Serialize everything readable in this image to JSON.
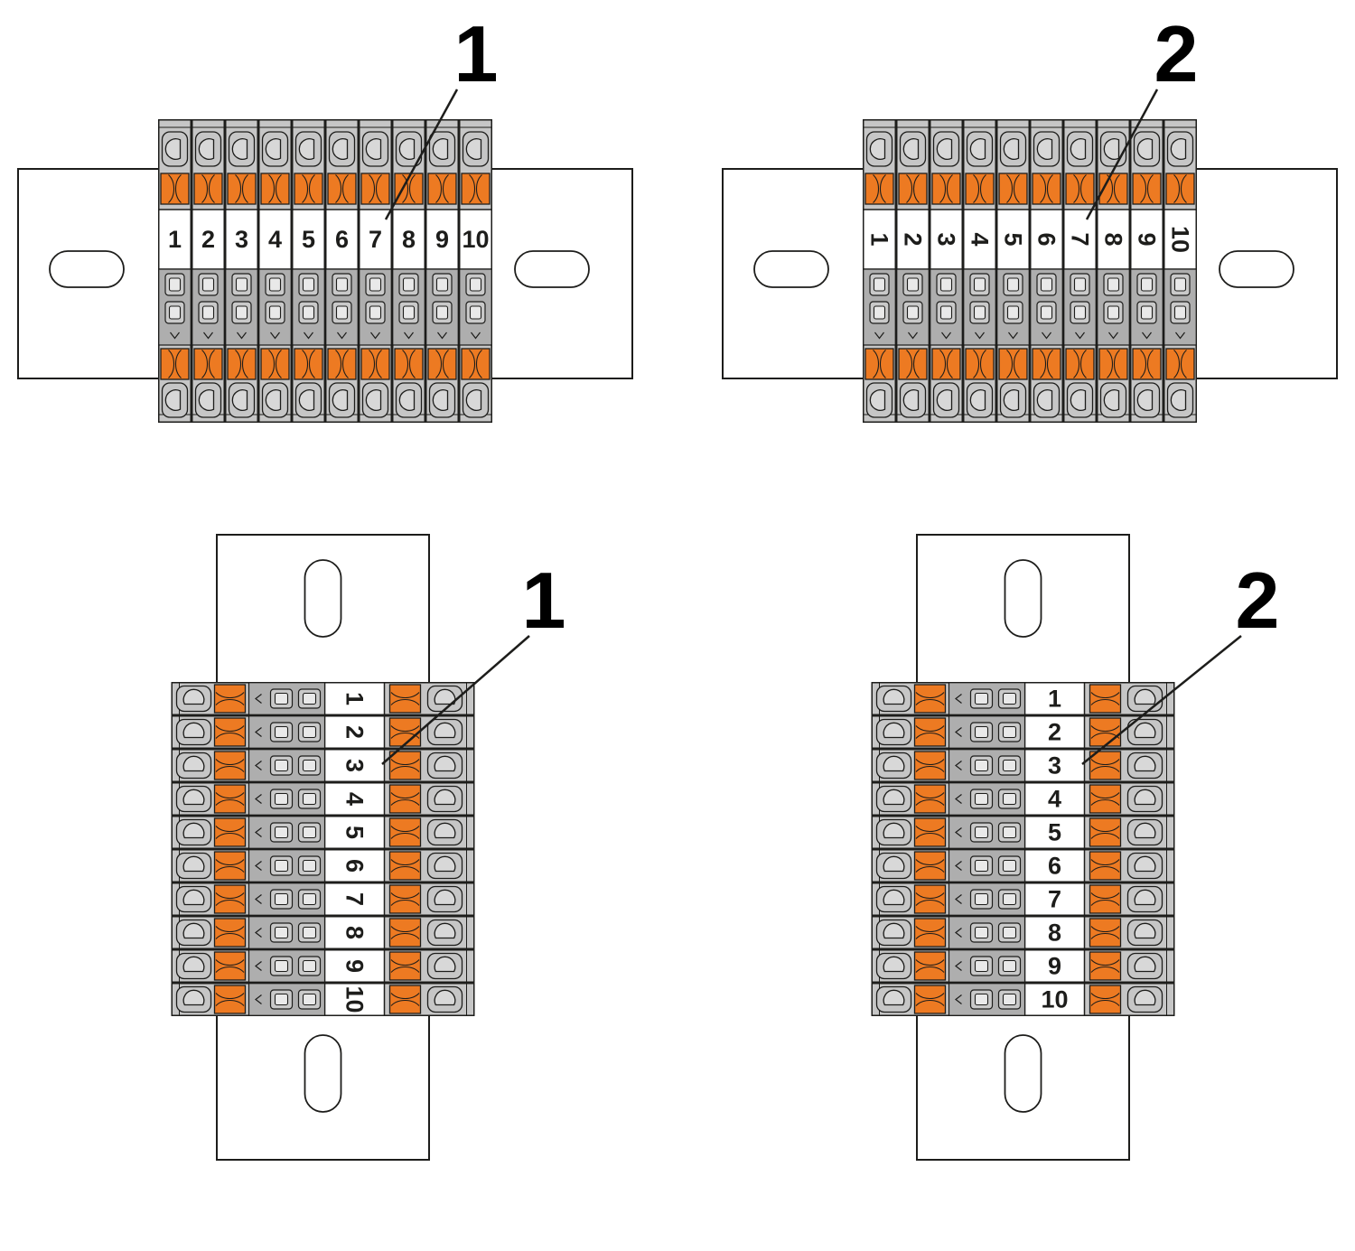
{
  "figure": {
    "colors": {
      "outline": "#1d1d1b",
      "body_gray": "#c6c6c6",
      "screw_fill": "#d8d8d8",
      "clamp_orange": "#ed7a22",
      "socket_zone_gray": "#aeaeae",
      "socket_outer": "#c9c9c9",
      "socket_inner": "#e9e9e9",
      "marking_white": "#ffffff",
      "rail_fill": "#ffffff"
    },
    "panels": [
      {
        "id": "horizontal-variant-1",
        "callout": "1",
        "rail_orientation": "horizontal",
        "label_orientation": "upright",
        "terminal_numbers": [
          "1",
          "2",
          "3",
          "4",
          "5",
          "6",
          "7",
          "8",
          "9",
          "10"
        ]
      },
      {
        "id": "horizontal-variant-2",
        "callout": "2",
        "rail_orientation": "horizontal",
        "label_orientation": "rotated-90",
        "terminal_numbers": [
          "1",
          "2",
          "3",
          "4",
          "5",
          "6",
          "7",
          "8",
          "9",
          "10"
        ]
      },
      {
        "id": "vertical-variant-1",
        "callout": "1",
        "rail_orientation": "vertical",
        "label_orientation": "rotated-90",
        "terminal_numbers": [
          "1",
          "2",
          "3",
          "4",
          "5",
          "6",
          "7",
          "8",
          "9",
          "10"
        ]
      },
      {
        "id": "vertical-variant-2",
        "callout": "2",
        "rail_orientation": "vertical",
        "label_orientation": "upright",
        "terminal_numbers": [
          "1",
          "2",
          "3",
          "4",
          "5",
          "6",
          "7",
          "8",
          "9",
          "10"
        ]
      }
    ]
  }
}
